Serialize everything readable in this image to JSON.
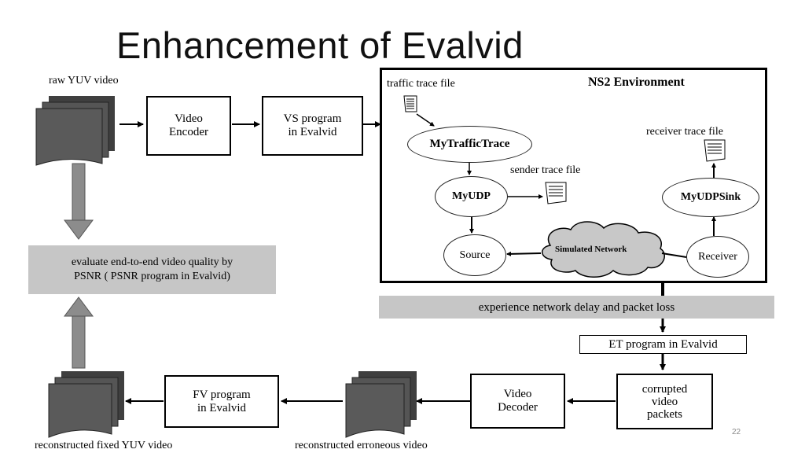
{
  "title": "Enhancement of Evalvid",
  "page_number": "22",
  "labels": {
    "raw_yuv": "raw YUV video",
    "traffic_trace": "traffic trace file",
    "ns2_env": "NS2 Environment",
    "receiver_trace": "receiver trace file",
    "sender_trace": "sender trace file",
    "reconstructed_fixed": "reconstructed fixed YUV video",
    "reconstructed_erroneous": "reconstructed erroneous video"
  },
  "boxes": {
    "video_encoder": [
      "Video",
      "Encoder"
    ],
    "vs_program": [
      "VS program",
      "in Evalvid"
    ],
    "et_program": "ET program in Evalvid",
    "corrupted_packets": [
      "corrupted",
      "video",
      "packets"
    ],
    "video_decoder": [
      "Video",
      "Decoder"
    ],
    "fv_program": [
      "FV program",
      "in Evalvid"
    ]
  },
  "gray_boxes": {
    "psnr": [
      "evaluate end-to-end video quality by",
      "PSNR ( PSNR program in Evalvid)"
    ],
    "delay": "experience network delay and packet loss"
  },
  "nodes": {
    "my_traffic_trace": "MyTrafficTrace",
    "my_udp": "MyUDP",
    "source": "Source",
    "simulated_network": "Simulated Network",
    "receiver": "Receiver",
    "my_udp_sink": "MyUDPSink"
  },
  "colors": {
    "gray_fill": "#c6c6c6",
    "doc_fill": "#5a5a5a",
    "arrow_gray": "#8c8c8c"
  }
}
